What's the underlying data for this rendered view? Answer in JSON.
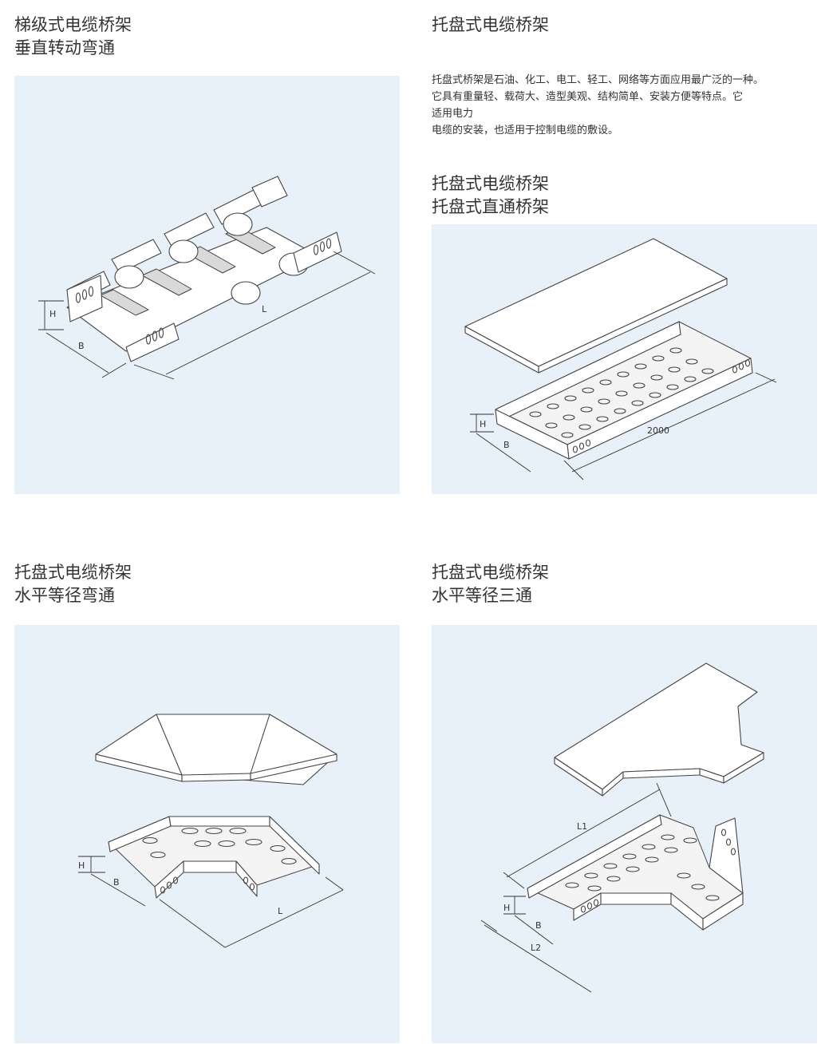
{
  "sections": {
    "ladder_vertical": {
      "title_line1": "梯级式电缆桥架",
      "title_line2": "垂直转动弯通",
      "labels": {
        "h": "H",
        "b": "B",
        "l": "L"
      }
    },
    "tray_intro": {
      "title": "托盘式电缆桥架",
      "description_line1": "托盘式桥架是石油、化工、电工、轻工、网络等方面应用最广泛的一种。",
      "description_line2": "它具有重量轻、载荷大、造型美观、结构简单、安装方便等特点。它",
      "description_line3": "适用电力",
      "description_line4": "电缆的安装，也适用于控制电缆的敷设。"
    },
    "tray_straight": {
      "title_line1": "托盘式电缆桥架",
      "title_line2": "托盘式直通桥架",
      "labels": {
        "h": "H",
        "b": "B",
        "length": "2000"
      }
    },
    "tray_horizontal_elbow": {
      "title_line1": "托盘式电缆桥架",
      "title_line2": "水平等径弯通",
      "labels": {
        "h": "H",
        "b": "B",
        "l": "L"
      }
    },
    "tray_horizontal_tee": {
      "title_line1": "托盘式电缆桥架",
      "title_line2": "水平等径三通",
      "labels": {
        "h": "H",
        "b": "B",
        "l1": "L1",
        "l2": "L2"
      }
    }
  },
  "colors": {
    "panel_background": "#e8f1f9",
    "text": "#333333",
    "line": "#444444"
  }
}
